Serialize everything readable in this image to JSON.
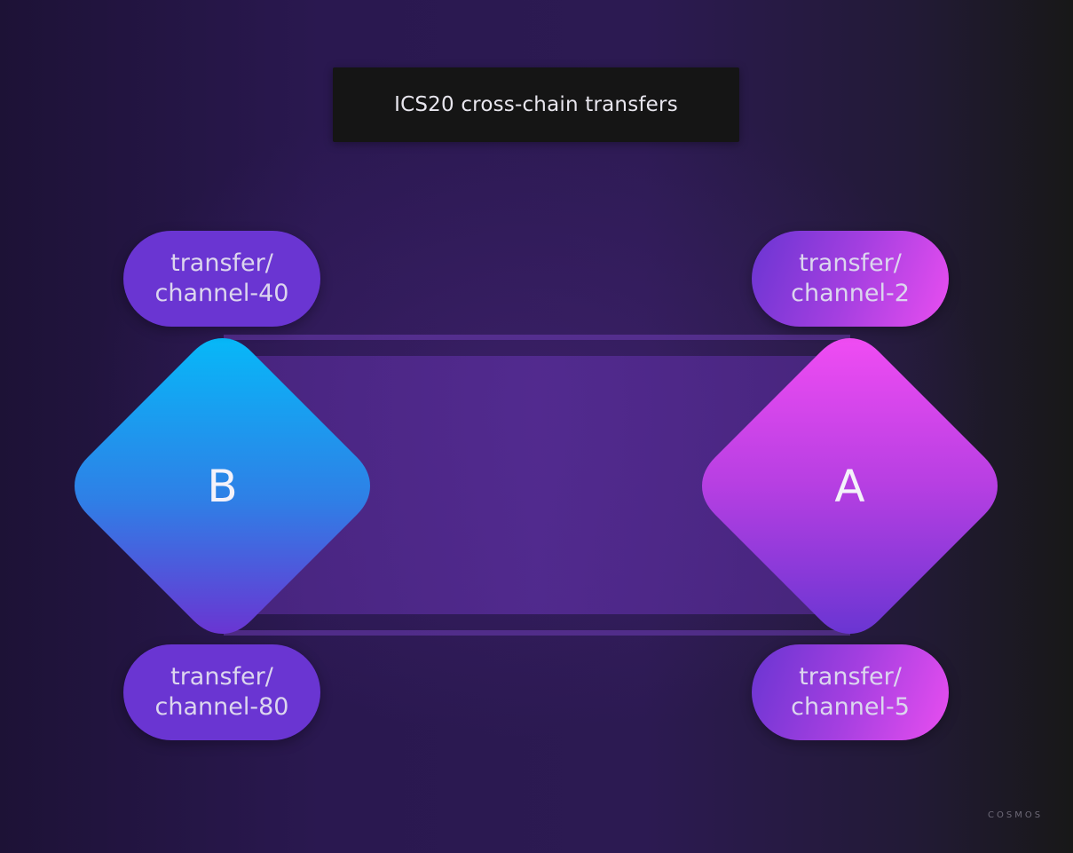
{
  "title": "ICS20 cross-chain transfers",
  "chains": {
    "left": {
      "label": "B",
      "color_top": "#07b8f8",
      "color_bottom": "#6a35d2"
    },
    "right": {
      "label": "A",
      "color_top": "#f04cf3",
      "color_bottom": "#6a35d2"
    }
  },
  "channels": {
    "b_top": {
      "port": "transfer/",
      "channel": "channel-40"
    },
    "b_bottom": {
      "port": "transfer/",
      "channel": "channel-80"
    },
    "a_top": {
      "port": "transfer/",
      "channel": "channel-2"
    },
    "a_bottom": {
      "port": "transfer/",
      "channel": "channel-5"
    }
  },
  "brand": "COSMOS",
  "colors": {
    "pill_purple": "#6a35d2",
    "pill_pink": "#e94ef0",
    "title_bg": "#151515"
  }
}
